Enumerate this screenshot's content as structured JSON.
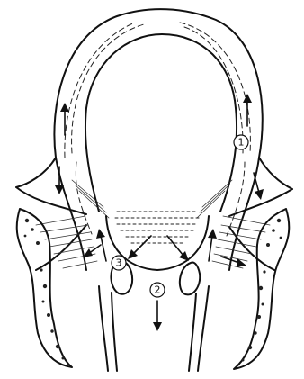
{
  "diagram": {
    "markers": [
      {
        "id": "marker-1",
        "label": "1"
      },
      {
        "id": "marker-2",
        "label": "2"
      },
      {
        "id": "marker-3",
        "label": "3"
      }
    ]
  },
  "colors": {
    "ink": "#111111",
    "background": "#ffffff"
  }
}
